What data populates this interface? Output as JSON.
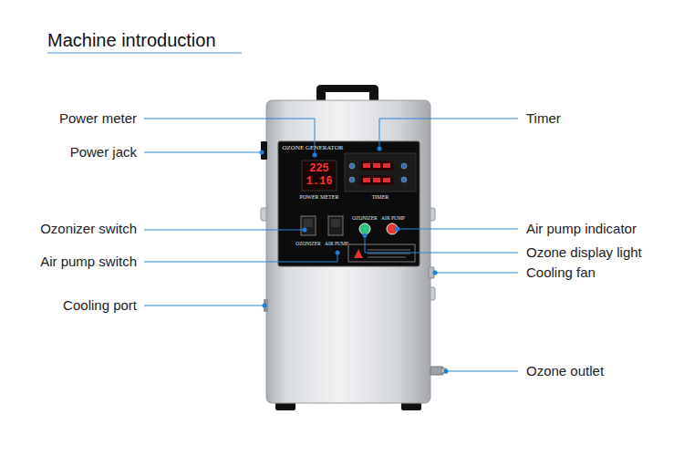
{
  "diagram": {
    "title": "Machine introduction",
    "labels": [
      "Power meter",
      "Timer",
      "Power jack",
      "OZONE GENERATOR",
      "225",
      "1.16",
      "POWER METER",
      "TIMER",
      "OZONIZER",
      "AIR PUMP",
      "Ozonizer switch",
      "Air pump indicator",
      "OZONIZER",
      "AIR PUMP",
      "Ozone display light",
      "Air pump switch",
      "Cooling fan",
      "Cooling port",
      "Ozone outlet"
    ]
  }
}
